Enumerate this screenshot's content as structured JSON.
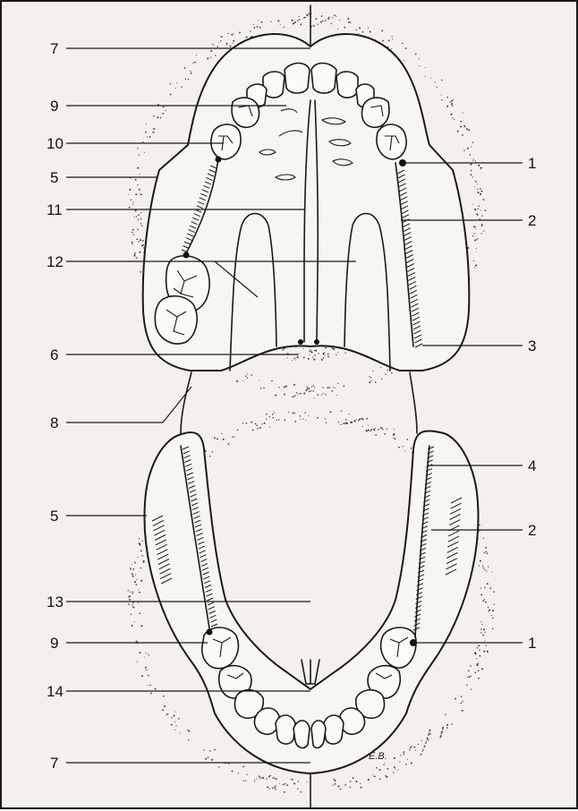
{
  "figure": {
    "signature": "E.B.",
    "labels_left": [
      {
        "id": "L7top",
        "text": "7"
      },
      {
        "id": "L9top",
        "text": "9"
      },
      {
        "id": "L10",
        "text": "10"
      },
      {
        "id": "L5top",
        "text": "5"
      },
      {
        "id": "L11",
        "text": "11"
      },
      {
        "id": "L12",
        "text": "12"
      },
      {
        "id": "L6",
        "text": "6"
      },
      {
        "id": "L8",
        "text": "8"
      },
      {
        "id": "L5bot",
        "text": "5"
      },
      {
        "id": "L13",
        "text": "13"
      },
      {
        "id": "L9bot",
        "text": "9"
      },
      {
        "id": "L14",
        "text": "14"
      },
      {
        "id": "L7bot",
        "text": "7"
      }
    ],
    "labels_right": [
      {
        "id": "R1top",
        "text": "1"
      },
      {
        "id": "R2top",
        "text": "2"
      },
      {
        "id": "R3",
        "text": "3"
      },
      {
        "id": "R4",
        "text": "4"
      },
      {
        "id": "R2bot",
        "text": "2"
      },
      {
        "id": "R1bot",
        "text": "1"
      }
    ]
  }
}
